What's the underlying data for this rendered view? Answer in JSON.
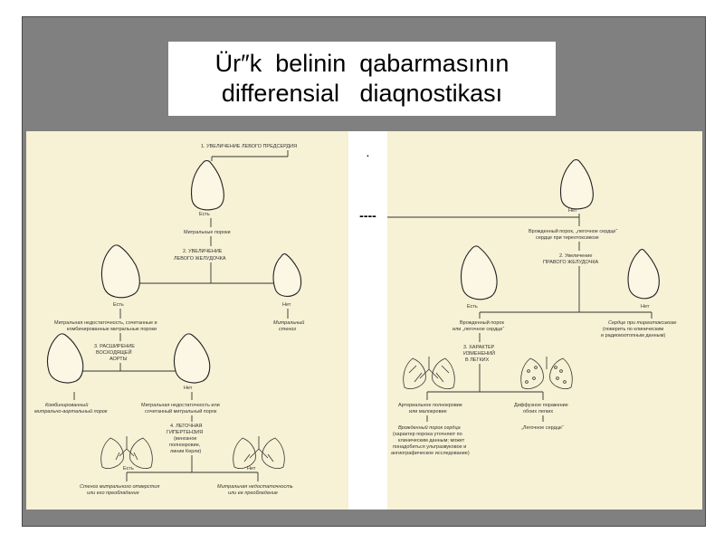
{
  "title": {
    "line1": "Ür″k  belinin  qabarmasının",
    "line2": "differensial   diaqnostikası"
  },
  "gutter": {
    "dot": ".",
    "dashes": "----"
  },
  "left_page": {
    "step1": "1. УВЕЛИЧЕНИЕ ЛЕВОГО ПРЕДСЕРДИЯ",
    "yes1": "Есть",
    "mitral_defects": "Митральные пороки",
    "step2_line1": "2. УВЕЛИЧЕНИЕ",
    "step2_line2": "ЛЕВОГО ЖЕЛУДОЧКА",
    "yes2": "Есть",
    "no2": "Нет",
    "mitral_insuff_line1": "Митральная недостаточность, сочетанные и",
    "mitral_insuff_line2": "комбинированные митральные пороки",
    "mitral_stenosis_line1": "Митральный",
    "mitral_stenosis_line2": "стеноз",
    "step3_line1": "3. РАСШИРЕНИЕ",
    "step3_line2": "ВОСХОДЯЩЕЙ",
    "step3_line3": "АОРТЫ",
    "no3": "Нет",
    "combined_line1": "Комбинированный",
    "combined_line2": "митрально-аортальный порок",
    "mitral_insuff2_line1": "Митральная недостаточность или",
    "mitral_insuff2_line2": "сочетанный митральный порок",
    "step4_line1": "4. ЛЕГОЧНАЯ",
    "step4_line2": "ГИПЕРТЕНЗИЯ",
    "step4_line3": "(венозное",
    "step4_line4": "полнокровие,",
    "step4_line5": "линии Керли)",
    "yes4": "Есть",
    "no4": "Нет",
    "res_left_line1": "Стеноз митрального отверстия",
    "res_left_line2": "или его преобладание",
    "res_right_line1": "Митральная недостаточность",
    "res_right_line2": "или ее преобладание"
  },
  "right_page": {
    "no1": "Нет",
    "congenital_line1": "Врожденный порок, „легочное сердце“",
    "congenital_line2": "сердце при тиреотоксикозе",
    "step2_line1": "2. Увеличение",
    "step2_line2": "ПРАВОГО ЖЕЛУДОЧКА",
    "yes2": "Есть",
    "no2": "Нет",
    "congenital2_line1": "Врожденный порок",
    "congenital2_line2": "или „легочное сердце“",
    "thyro_line1": "Сердце при тиреотоксикозе",
    "thyro_line2": "(поверить по клиническим",
    "thyro_line3": "и радиоизотопным данным)",
    "step3_line1": "3. ХАРАКТЕР",
    "step3_line2": "ИЗМЕНЕНИЙ",
    "step3_line3": "В ЛЕГКИХ",
    "arterial_line1": "Артериальное полнокровие",
    "arterial_line2": "или малокровие",
    "diffuse_line1": "Диффузное поражение",
    "diffuse_line2": "обоих легких",
    "cong_defect_line1": "Врожденный порок сердца",
    "cong_defect_line2": "(характер порока уточняют по",
    "cong_defect_line3": "клиническим данным; может",
    "cong_defect_line4": "понадобиться ультразвуковое и",
    "cong_defect_line5": "ангиографическое исследование)",
    "pulmonary_heart": "„Легочное сердце“"
  },
  "colors": {
    "panel": "#808080",
    "page": "#f7f1d5",
    "title_bg": "#ffffff"
  }
}
